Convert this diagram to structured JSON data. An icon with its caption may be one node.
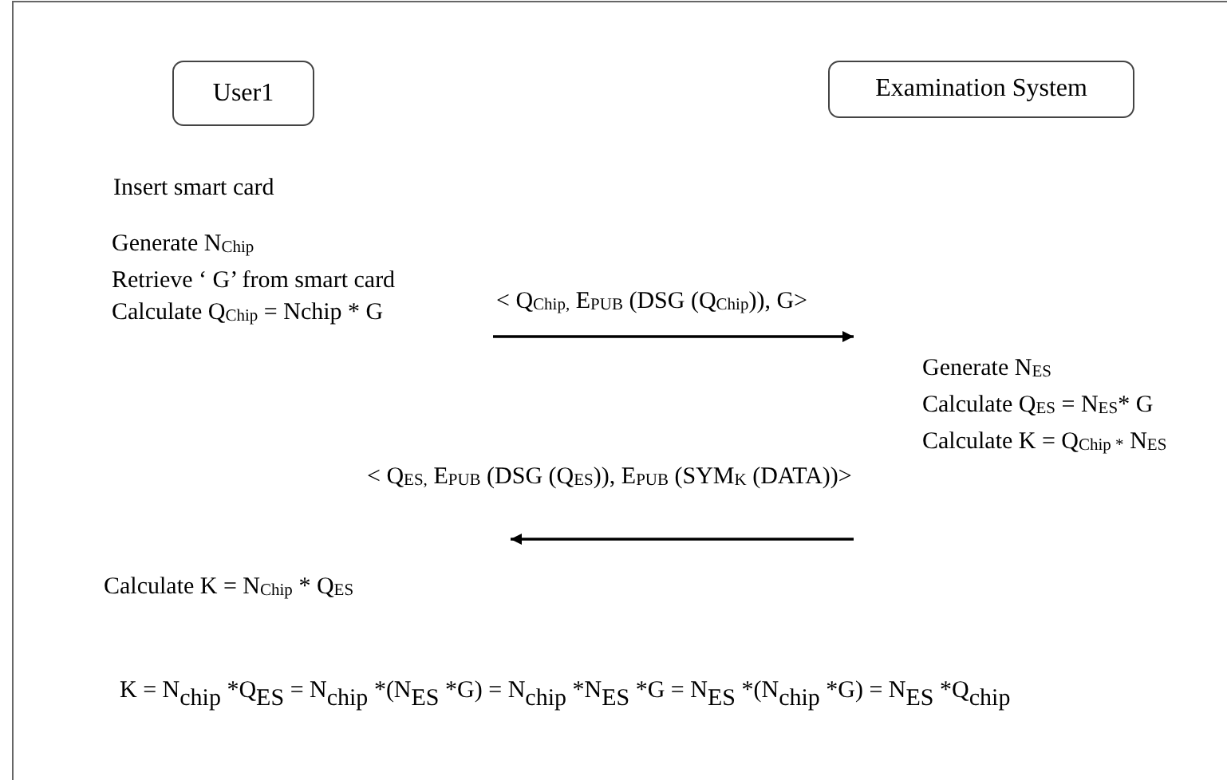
{
  "diagram": {
    "nodes": [
      {
        "text": [
          "User1"
        ]
      },
      {
        "text": [
          "Examination System"
        ]
      },
      {
        "text": [
          "Generate N$_{Chip}$",
          "Retrieve ‘ G’  from smart card",
          "Calculate Q$_{Chip}$ = Nchip * G"
        ]
      },
      {
        "text": [
          "Generate N$_{ES}$",
          "Calculate Q$_{ES}$ = N$_{ES}$* G",
          "Calculate K = Q$_{Chip *}$ N$_{ES}$"
        ]
      }
    ],
    "edges": [
      {
        "from": 2,
        "to": 3,
        "arrow": "to",
        "label": "< Q$_{Chip,}$ E$_{PUB}$ (DSG (Q$_{Chip}$)), G>"
      },
      {
        "from": 3,
        "to": null,
        "arrow": "to",
        "label": "< Q$_{ES,}$ E$_{PUB}$ (DSG (Q$_{ES}$)), E$_{PUB}$ (SYM$_{K}$ (DATA))>"
      }
    ],
    "labels": [
      "Insert smart card",
      "Calculate K = N$_{Chip}$ * Q$_{ES}$",
      "K = N$_{chip}$ *Q$_{ES}$ = N$_{chip}$ *(N$_{ES}$ *G) = N$_{chip}$ *N$_{ES}$ *G = N$_{ES}$ *(N$_{chip}$ *G) = N$_{ES}$ *Q$_{chip}$"
    ]
  }
}
